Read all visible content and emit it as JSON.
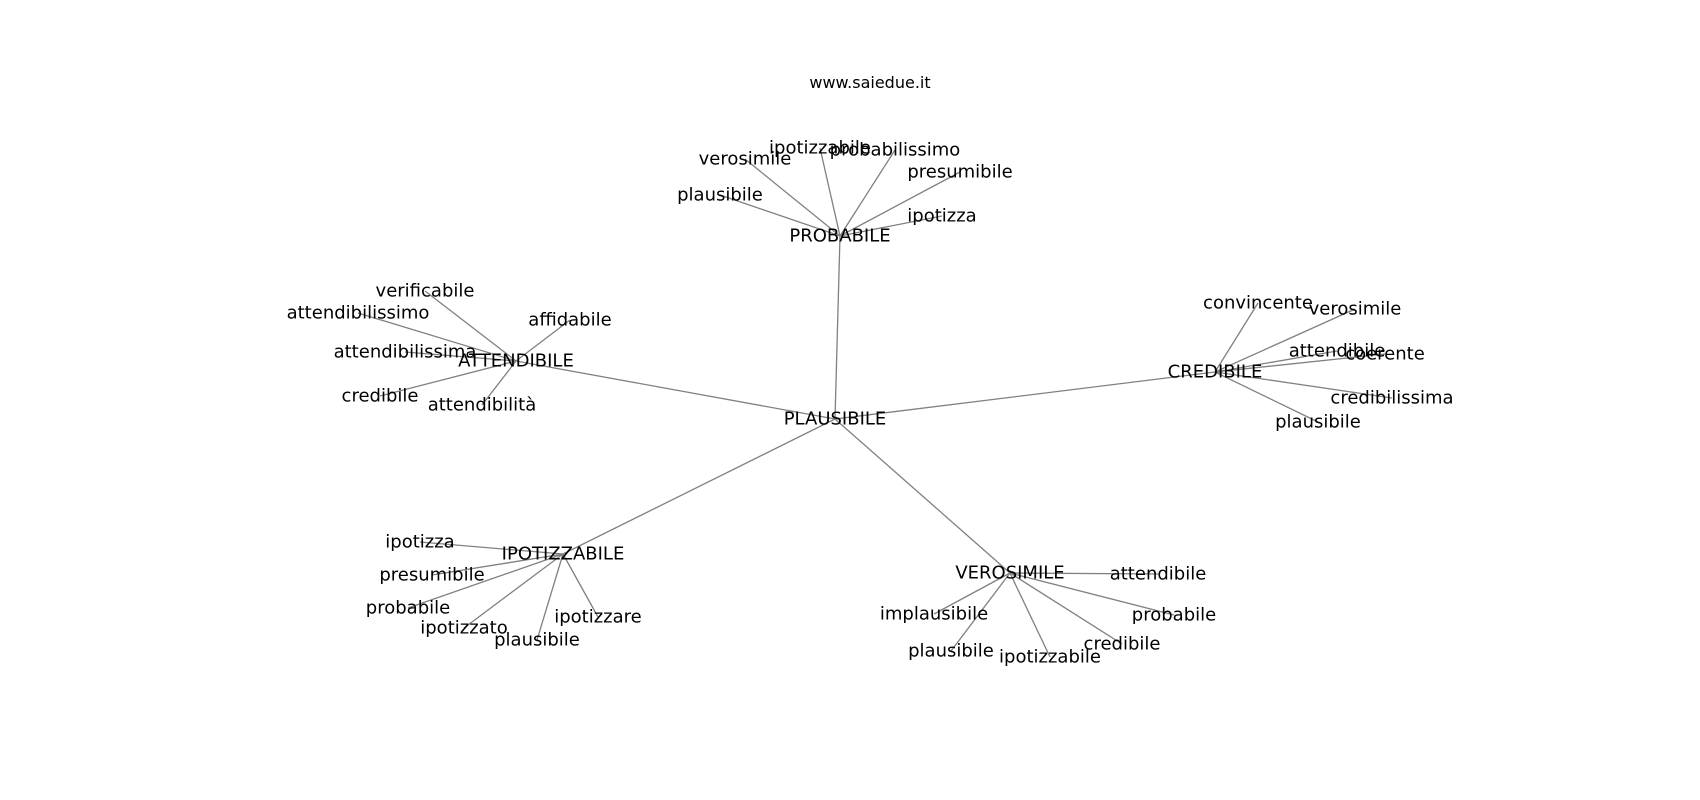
{
  "site_label": "www.saiedue.it",
  "graph": {
    "root": "PLAUSIBILE",
    "hubs": [
      {
        "label": "PROBABILE",
        "leaves": [
          "verosimile",
          "ipotizzabile",
          "probabilissimo",
          "presumibile",
          "plausibile",
          "ipotizza"
        ]
      },
      {
        "label": "ATTENDIBILE",
        "leaves": [
          "verificabile",
          "attendibilissimo",
          "affidabile",
          "attendibilissima",
          "credibile",
          "attendibilità"
        ]
      },
      {
        "label": "CREDIBILE",
        "leaves": [
          "convincente",
          "verosimile",
          "attendibile",
          "coerente",
          "credibilissima",
          "plausibile"
        ]
      },
      {
        "label": "IPOTIZZABILE",
        "leaves": [
          "ipotizza",
          "presumibile",
          "probabile",
          "ipotizzato",
          "ipotizzare",
          "plausibile"
        ]
      },
      {
        "label": "VEROSIMILE",
        "leaves": [
          "attendibile",
          "implausibile",
          "probabile",
          "plausibile",
          "credibile",
          "ipotizzabile"
        ]
      }
    ]
  }
}
